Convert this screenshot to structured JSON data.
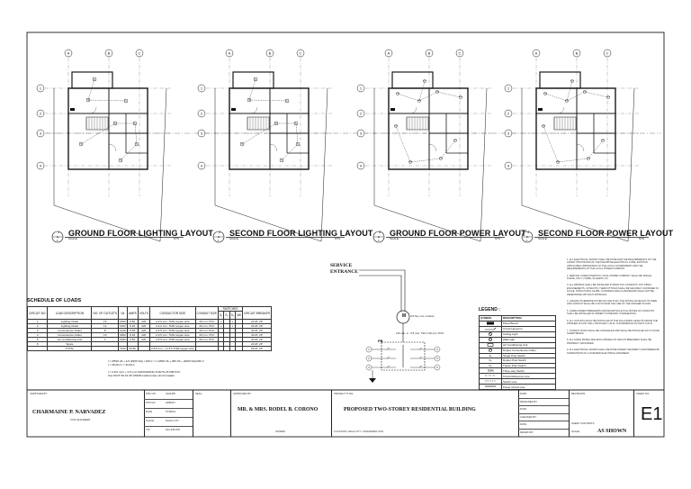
{
  "layouts": [
    {
      "num": "1",
      "sheet": "E-1",
      "title": "GROUND FLOOR LIGHTING LAYOUT",
      "scale": "SCALE",
      "nts": "NTS"
    },
    {
      "num": "2",
      "sheet": "E-1",
      "title": "SECOND FLOOR LIGHTING LAYOUT",
      "scale": "SCALE",
      "nts": "NTS"
    },
    {
      "num": "3",
      "sheet": "E-1",
      "title": "GROUND FLOOR POWER LAYOUT",
      "scale": "SCALE",
      "nts": "NTS"
    },
    {
      "num": "4",
      "sheet": "E-1",
      "title": "SECOND FLOOR POWER LAYOUT",
      "scale": "SCALE",
      "nts": "NTS"
    }
  ],
  "grid_cols": [
    "A",
    "B",
    "C"
  ],
  "grid_rows": [
    "1",
    "2",
    "3",
    "4"
  ],
  "service": {
    "line1": "SERVICE",
    "line2": "ENTRANCE",
    "meter": "M",
    "meter_note": "3.5 Sq. mm. 2 wires",
    "pb": "PB",
    "pb_note": "2-8 mm.  2 - 3.5 mm. TW in 20 mm. PVC"
  },
  "schedule": {
    "title": "SCHEDULE OF LOADS",
    "headers": [
      "CIRCUIT NO.",
      "LOAD DESCRIPTION",
      "NO. OF OUTLETS",
      "VA",
      "AMPS",
      "VOLTS",
      "CONDUCTOR SIZE",
      "CONDUIT SIZE",
      "SWITCHES",
      "CIRCUIT BREAKER"
    ],
    "rows": [
      [
        "1",
        "Lighting Outlet",
        "15",
        "1500",
        "6.82",
        "220",
        "2-2.0 mm. THW copper wire",
        "20 mm. PVC",
        "x",
        "",
        "x",
        "",
        "20 AT, 2P"
      ],
      [
        "2",
        "Lighting Outlet",
        "12",
        "1200",
        "5.45",
        "220",
        "2-2.0 mm. THW copper wire",
        "20 mm. PVC",
        "x",
        "",
        "x",
        "",
        "20 AT, 2P"
      ],
      [
        "3",
        "Convenience Outlet",
        "8",
        "1440",
        "6.55",
        "220",
        "2-3.5 mm. THW copper wire",
        "20 mm. PVC",
        "",
        "",
        "",
        "",
        "30 AT, 2P"
      ],
      [
        "4",
        "Convenience Outlet",
        "10",
        "1800",
        "8.18",
        "220",
        "2-3.5 mm. THW copper wire",
        "20 mm. PVC",
        "",
        "",
        "",
        "",
        "30 AT, 2P"
      ],
      [
        "5",
        "Air Conditioning Unit",
        "1",
        "1500",
        "6.82",
        "220",
        "2-5.5 mm. THW copper wire",
        "20 mm. PVC",
        "",
        "",
        "",
        "",
        "30 AT, 2P"
      ],
      [
        "6",
        "Spare",
        "",
        "",
        "",
        "",
        "",
        "",
        "",
        "",
        "",
        "",
        "20 AT, 2P"
      ],
      [
        "",
        "TOTAL",
        "",
        "7440",
        "33.82",
        "",
        "2-8.0 mm. + 1-3.5 THW copper wire",
        "",
        "",
        "",
        "",
        "",
        "60 AT, 2P"
      ]
    ],
    "note1": "I = (8520 VA + 1/4 (2500 VA)) / 230 V = 1 (2500 VA + 350 VA + (3000 VA))/230 V",
    "note2": "I = 39.26 A                                              I = 43.26 A",
    "note3": "I = 2-8.0 mm² + 3.5 mm² GROUNDING THW  IN 25 MM PVC",
    "note4": "Use 50 AT 60 AF  2P GMCB molded case circuit breaker"
  },
  "legend": {
    "title": "LEGEND :",
    "headers": [
      "SYMBOL",
      "DESCRIPTION"
    ],
    "items": [
      [
        "",
        "Panel Board"
      ],
      [
        "",
        "Circuit Homerun"
      ],
      [
        "",
        "Ceiling Light"
      ],
      [
        "",
        "Wall Light"
      ],
      [
        "",
        "Air Conditioning Unit"
      ],
      [
        "",
        "Duplex Convenience Outlet"
      ],
      [
        "S₁",
        "Single Pole Switch"
      ],
      [
        "S₂",
        "Duplex Pole Switch"
      ],
      [
        "S₃",
        "Triplex Pole Switch"
      ],
      [
        "",
        "Three-way Switch"
      ],
      [
        "",
        "Circuit Reference Line"
      ],
      [
        "",
        "Switch Line"
      ],
      [
        "",
        "Power Circuit Line"
      ]
    ]
  },
  "notes": [
    "1.  ALL ELECTRICAL WORKS SHALL BE DONE PER THE REQUIREMENTS OF THE LATEST PROVISIONS OF THE PHILIPPINE ELECTRICAL CODE, EXISTING APPLICABLE ORDINANCES OF THE LOCAL GOVERNMENT AND THE REQUIREMENTS OF THE LOCAL POWER COMPANY.",
    "2.  SERVICE CHARACTERISTIC LOCAL POWER COMPANY SHALL BE SINGLE PHASE, 230 V, 2 WIRE, 60 HERTZ, AC.",
    "3.  ALL WIRINGS SHALL BE INSTALLED IN RIGID PVC CONDUITS. PVC PIPES, ENCASEMENTS, CONDUITS, THEIR FITTINGS SHALL BE SECURELY FASTENED IN PLACE. STRUCTURAL SLABS, CONCRETE WALLS AND BEAMS SHALL NOT BE PENETRATED WITHOUT APPROVAL.",
    "4.  UNLESS OTHERWISE NOTED ON THE PLAN, THE ROUGH-IN HEIGHT OF WIRE AND CONDUIT SHALL BE 0.30 M FROM THE LINE OF THE FINISHED FLOOR.",
    "5.  OVERCURRENT BREAKERS AND RECEPTACLE PULL BOXES OF CONDUITS SHALL BE INSTALLED IN ORDER TO PREVENT OVERHEATING.",
    "6.  ALL OUTLETS SHALL BE INSTALLED AT THE FOLLOWING HEIGHTS ABOVE THE FINISHED FLOOR: WALL SWITCHES 1.40 M, CONVENIENCE OUTLETS 0.30 M.",
    "7.  CONDUIT RUNS SHALL BE CONCEALED AND SHALL BE INSTALLED AS TO AVOID SHARP BENDS.",
    "8.  ALL FIXED, BOXES AND ENCLOSURES OF CIRCUIT BREAKERS SHALL BE PROPERLY GROUNDED.",
    "9.  ALL ELECTRICAL WORKS SHALL BE DONE UNDER THE DIRECT AND IMMEDIATE SUPERVISION OF A LICENSED ELECTRICAL ENGINEER."
  ],
  "titleblock": {
    "certified_by": "CERTIFIED BY:",
    "engineer": "CHARMAINE P. NARVADEZ",
    "engineer_title": "CIVIL ENGINEER",
    "reg_labels": [
      "PRC NO.",
      "PTR NO.",
      "DATE",
      "PLACE",
      "TIN"
    ],
    "reg_values": [
      "0123456",
      "0458447",
      "07/08/19",
      "NAGA CITY",
      "912-345-678"
    ],
    "seal": "SEAL:",
    "approved_by": "APPROVED BY:",
    "owner": "MR. & MRS. RODEL B. CORONO",
    "owner_label": "OWNER",
    "project_title_label": "PROJECT TITLE",
    "project_title": "PROPOSED TWO-STOREY RESIDENTIAL BUILDING",
    "location": "LOCATION: NAGA CITY, CAMARINES SUR",
    "date_rows": [
      "DATE",
      "DESIGNED BY",
      "DATE",
      "CHECKED BY",
      "DATE",
      "DRAWN BY"
    ],
    "revisions": "REVISIONS",
    "sheet_contents": "SHEET CONTENTS",
    "scale_label": "SCALE",
    "scale_value": "AS SHOWN",
    "sheet_no_label": "SHEET NO.",
    "sheet_no": "E1"
  },
  "colors": {
    "line": "#1a1a1a",
    "grid_dash": "#555555",
    "bg": "#ffffff"
  }
}
